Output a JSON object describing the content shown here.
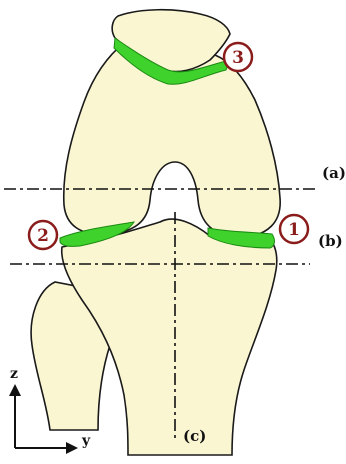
{
  "colors": {
    "bone_fill": "#fbf6d2",
    "outline": "#1a1a1a",
    "cartilage_fill": "#3fd12c",
    "cartilage_stroke": "#1a8a12",
    "marker_stroke": "#8b1c1c",
    "marker_text": "#8b1c1c",
    "marker_fill": "#ffffff",
    "axis_line": "#111111"
  },
  "markers": [
    {
      "id": "medial-cartilage",
      "label": "1"
    },
    {
      "id": "lateral-cartilage",
      "label": "2"
    },
    {
      "id": "patellar-cartilage",
      "label": "3"
    }
  ],
  "section_lines": {
    "a": "(a)",
    "b": "(b)",
    "c": "(c)"
  },
  "axes": {
    "z": "z",
    "y": "y"
  }
}
